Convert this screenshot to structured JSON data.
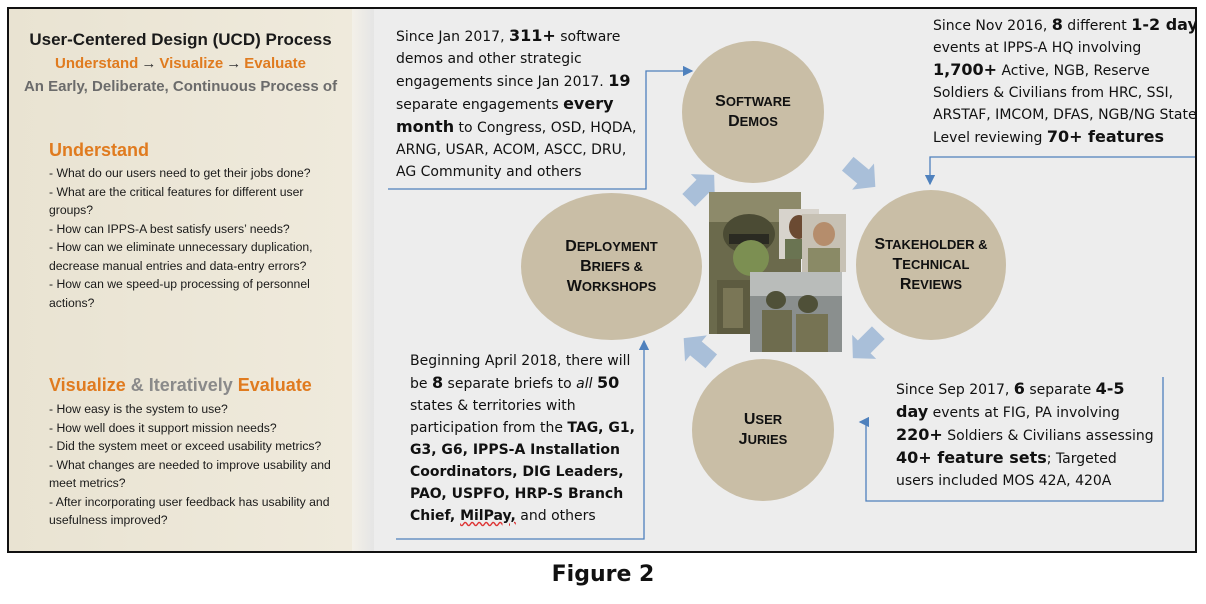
{
  "left_panel": {
    "title": "User-Centered Design (UCD) Process",
    "steps": [
      "Understand",
      "Visualize",
      "Evaluate"
    ],
    "arrow": "→",
    "tagline": "An Early, Deliberate, Continuous Process of",
    "sections": [
      {
        "heading_parts": [
          {
            "text": "Understand",
            "color": "#e07b1f"
          }
        ],
        "questions": [
          "- What do our users need to get their jobs done?",
          "- What are the critical features for different user groups?",
          "- How can IPPS-A best satisfy users’ needs?",
          "- How can we eliminate unnecessary duplication, decrease manual entries and data-entry errors?",
          "- How can we speed-up processing of personnel actions?"
        ]
      },
      {
        "heading_parts": [
          {
            "text": "Visualize",
            "color": "#e07b1f"
          },
          {
            "text": " & Iteratively ",
            "color": "#8a8a8a"
          },
          {
            "text": "Evaluate",
            "color": "#e07b1f"
          }
        ],
        "questions": [
          "- How easy is the system to use?",
          "- How well does it support mission needs?",
          "- Did the system meet or exceed usability metrics?",
          "- What changes are needed to improve usability and meet metrics?",
          "- After incorporating user feedback has usability and usefulness improved?"
        ]
      }
    ]
  },
  "cycle": {
    "software_demos": {
      "l1_big": "S",
      "l1_rest": "OFTWARE",
      "l2_big": "D",
      "l2_rest": "EMOS"
    },
    "stakeholder": {
      "l1_big": "S",
      "l1_rest": "TAKEHOLDER &",
      "l2_big": "T",
      "l2_rest": "ECHNICAL",
      "l3_big": "R",
      "l3_rest": "EVIEWS"
    },
    "user_juries": {
      "l1_big": "U",
      "l1_rest": "SER",
      "l2_big": "J",
      "l2_rest": "URIES"
    },
    "deployment": {
      "l1_big": "D",
      "l1_rest": "EPLOYMENT",
      "l2_big": "B",
      "l2_rest": "RIEFS &",
      "l3_big": "W",
      "l3_rest": "ORKSHOPS"
    }
  },
  "notes": {
    "demos": {
      "t1": "Since Jan 2017, ",
      "b1": "311+",
      "t2": " software demos and other strategic engagements since Jan 2017.  ",
      "b2": "19",
      "t3": " separate engagements  ",
      "b3": "every month",
      "t4": " to Congress, OSD, HQDA, ARNG, USAR, ACOM, ASCC, DRU, AG Community and others"
    },
    "stakeholder": {
      "t1": "Since Nov 2016, ",
      "b1": "8",
      "t2": " different ",
      "b2": "1-2 day",
      "t3": " events at IPPS-A HQ involving ",
      "b3": "1,700+",
      "t4": " Active, NGB, Reserve Soldiers & Civilians from HRC, SSI, ARSTAF, IMCOM, DFAS, NGB/NG State Level reviewing ",
      "b4": "70+ features"
    },
    "juries": {
      "t1": "Since Sep 2017, ",
      "b1": "6",
      "t2": " separate ",
      "b2": "4-5 day",
      "t3": " events at FIG, PA involving ",
      "b3": "220+",
      "t4": " Soldiers & Civilians assessing ",
      "b4": "40+ feature sets",
      "t5": "; Targeted users included MOS 42A, 420A"
    },
    "deployment": {
      "t1": "Beginning April 2018, there will be ",
      "b1": "8",
      "t2": " separate briefs to ",
      "i1": "all",
      "b2": "50",
      "t3": " states & territories with participation from the ",
      "b3": "TAG, G1, G3, G6, IPPS-A Installation Coordinators, DIG Leaders, PAO,  USPFO, HRP-S Branch Chief, ",
      "b4": "MilPay,",
      "t4": " and others"
    }
  },
  "caption": "Figure 2",
  "colors": {
    "circle_fill": "#c9bea6",
    "arrow_fill": "#a9bfd9",
    "connector": "#4f81bd",
    "accent_orange": "#e07b1f",
    "panel_bg": "#ece7d8"
  }
}
